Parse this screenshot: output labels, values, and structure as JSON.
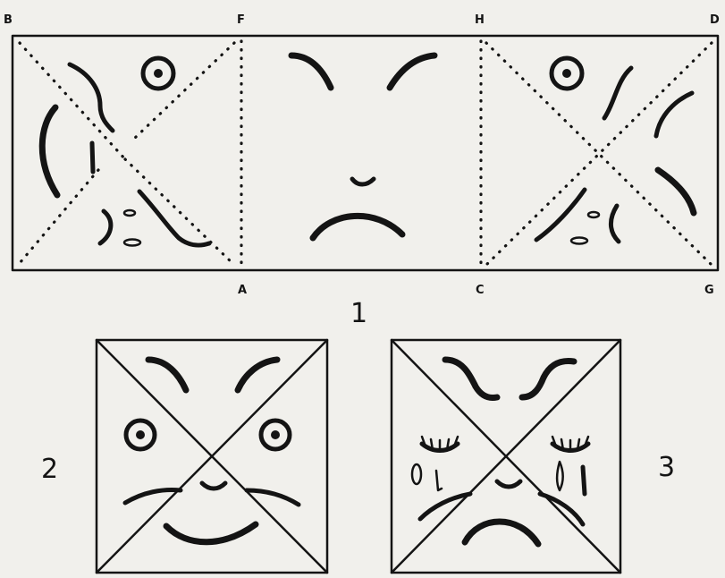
{
  "figure1": {
    "corner_labels": {
      "top_left": "B",
      "fold_top_left": "F",
      "fold_top_right": "H",
      "top_right": "D",
      "fold_bottom_left": "A",
      "fold_bottom_right": "C",
      "bottom_right": "G"
    },
    "number": "1"
  },
  "figure2": {
    "number": "2"
  },
  "figure3": {
    "number": "3"
  }
}
